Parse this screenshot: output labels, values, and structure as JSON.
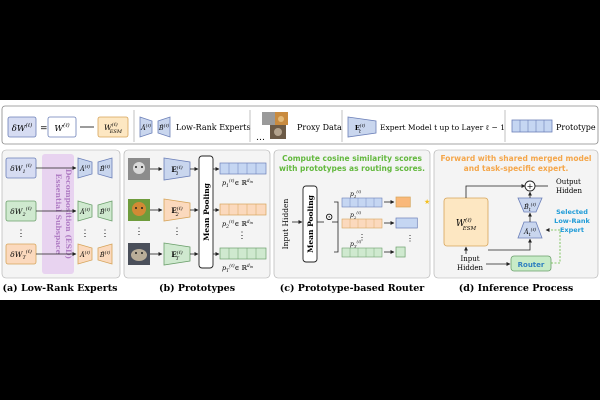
{
  "legend": {
    "delta_w": "δW",
    "w_l": "W",
    "w_esm": "W",
    "esm_sub": "ESM",
    "low_rank_experts": "Low-Rank Experts",
    "proxy_data": "Proxy Data",
    "ellipsis": "…",
    "expert_model_text": "Expert Model t up to Layer ℓ − 1",
    "prototype": "Prototype",
    "sup_l": "(ℓ)"
  },
  "panel_a": {
    "caption": "(a) Low-Rank Experts",
    "esd_line1": "Essential Subspace",
    "esd_line2": "Decomposition (ESD)",
    "rows": [
      {
        "delta": "δW",
        "sub": "1",
        "a": "Â",
        "b": "B̂",
        "sub2": "1"
      },
      {
        "delta": "δW",
        "sub": "2",
        "a": "Â",
        "b": "B̂",
        "sub2": "2"
      },
      {
        "delta": "δW",
        "sub": "T",
        "a": "Â",
        "b": "B̂",
        "sub2": "T"
      }
    ]
  },
  "panel_b": {
    "caption": "(b) Prototypes",
    "mean_pooling": "Mean Pooling",
    "rows": [
      {
        "enc": "E",
        "sub": "1",
        "p": "p",
        "psub": "1"
      },
      {
        "enc": "E",
        "sub": "2",
        "p": "p",
        "psub": "2"
      },
      {
        "enc": "E",
        "sub": "T",
        "p": "p",
        "psub": "T"
      }
    ],
    "in_r": "∈ ℝ",
    "din": "d",
    "din_sub": "in"
  },
  "panel_c": {
    "caption": "(c) Prototype-based Router",
    "title_line1": "Compute cosine similarity scores",
    "title_line2": "with prototypes as routing scores.",
    "input_hidden": "Input Hidden",
    "mean_pooling": "Mean Pooling",
    "dot": "⊙",
    "protos": [
      {
        "p": "p",
        "sub": "1"
      },
      {
        "p": "p",
        "sub": "2"
      },
      {
        "p": "p",
        "sub": "T"
      }
    ],
    "star": "★",
    "score_fractions": [
      0.55,
      0.82,
      0.35
    ]
  },
  "panel_d": {
    "caption": "(d) Inference Process",
    "title_line1": "Forward with shared merged model",
    "title_line2": "and task-specific expert.",
    "output_hidden_1": "Output",
    "output_hidden_2": "Hidden",
    "input_hidden_1": "Input",
    "input_hidden_2": "Hidden",
    "w_esm": "W",
    "esm_sub": "ESM",
    "b_hat": "B̂",
    "a_hat": "Â",
    "sub_t": "t",
    "selected_1": "Selected",
    "selected_2": "Low-Rank",
    "selected_3": "Expert",
    "router": "Router",
    "plus": "+"
  },
  "colors": {
    "delta_fill": "#d6dcf2",
    "w_fill": "#ffffff",
    "esm_fill": "#fde7c2",
    "expert_fill": "#c9d6ee",
    "proto_blue": "#c5d6f2",
    "proto_orange": "#fbd9bd",
    "proto_green": "#cfe9cf",
    "esd_fill": "#e8d3f0",
    "esd_text": "#b07cc4",
    "green_text": "#63b83e",
    "orange_text": "#f4a64a",
    "blue_text": "#1e9bd7",
    "router_fill": "#c7ebc7"
  }
}
